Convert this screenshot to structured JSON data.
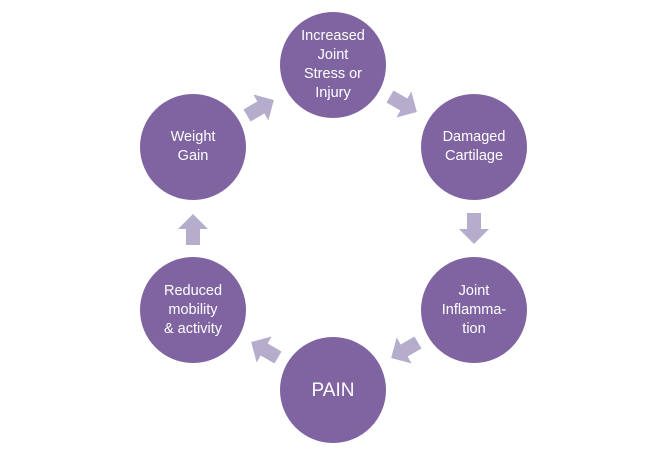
{
  "diagram": {
    "type": "cycle",
    "colors": {
      "node": "#8064A2",
      "arrow": "#B6ADCC",
      "text": "#FFFFFF",
      "background": "#FFFFFF"
    },
    "nodes": [
      {
        "id": "stress",
        "label": "Increased Joint Stress or Injury",
        "lines": [
          "Increased",
          "Joint",
          "Stress or",
          "Injury"
        ]
      },
      {
        "id": "cartilage",
        "label": "Damaged Cartilage",
        "lines": [
          "Damaged",
          "Cartilage"
        ]
      },
      {
        "id": "inflammation",
        "label": "Joint Inflammation",
        "lines": [
          "Joint",
          "Inflamma-",
          "tion"
        ]
      },
      {
        "id": "pain",
        "label": "PAIN",
        "lines": [
          "PAIN"
        ]
      },
      {
        "id": "mobility",
        "label": "Reduced mobility & activity",
        "lines": [
          "Reduced",
          "mobility",
          "& activity"
        ]
      },
      {
        "id": "weight",
        "label": "Weight Gain",
        "lines": [
          "Weight",
          "Gain"
        ]
      }
    ],
    "edges": [
      {
        "from": "stress",
        "to": "cartilage"
      },
      {
        "from": "cartilage",
        "to": "inflammation"
      },
      {
        "from": "inflammation",
        "to": "pain"
      },
      {
        "from": "pain",
        "to": "mobility"
      },
      {
        "from": "mobility",
        "to": "weight"
      },
      {
        "from": "weight",
        "to": "stress"
      }
    ]
  }
}
